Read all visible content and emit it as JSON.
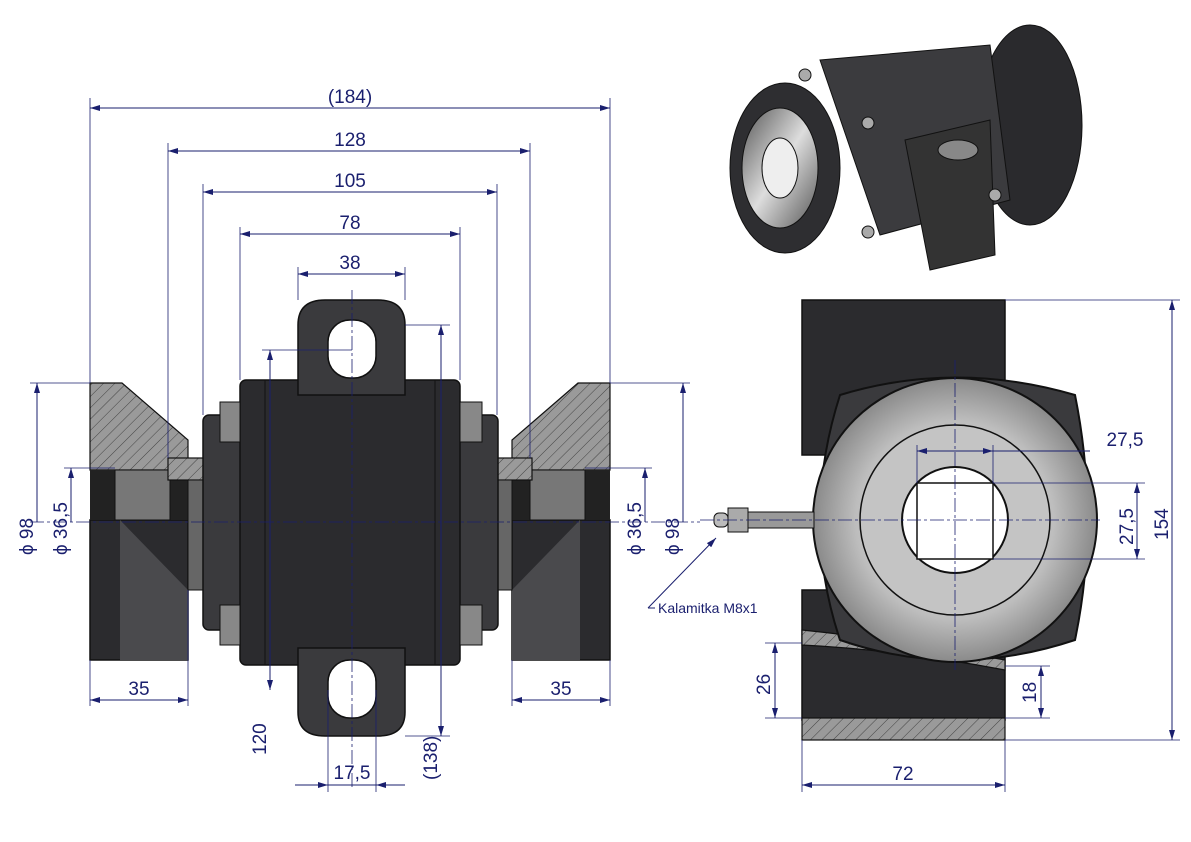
{
  "drawing": {
    "front_view": {
      "dim_overall": "(184)",
      "dim_flange_inner": "128",
      "dim_body_outer": "105",
      "dim_body": "78",
      "dim_lug": "38",
      "dim_left_diameter_outer": "ϕ 98",
      "dim_left_diameter_inner": "ϕ 36,5",
      "dim_right_diameter_inner": "ϕ 36,5",
      "dim_right_diameter_outer": "ϕ 98",
      "dim_left_flange_width": "35",
      "dim_right_flange_width": "35",
      "dim_lug_height": "120",
      "dim_total_height": "(138)",
      "dim_lug_hole": "17,5"
    },
    "side_view": {
      "dim_square_width": "27,5",
      "dim_square_height": "27,5",
      "dim_height": "154",
      "dim_base_width": "72",
      "dim_base_left": "26",
      "dim_base_right": "18",
      "grease_nipple_label": "Kalamitka M8x1"
    },
    "colors": {
      "dimension": "#1a1f6e",
      "body": "#3a3a3d",
      "face": "#c8c8c8"
    }
  }
}
